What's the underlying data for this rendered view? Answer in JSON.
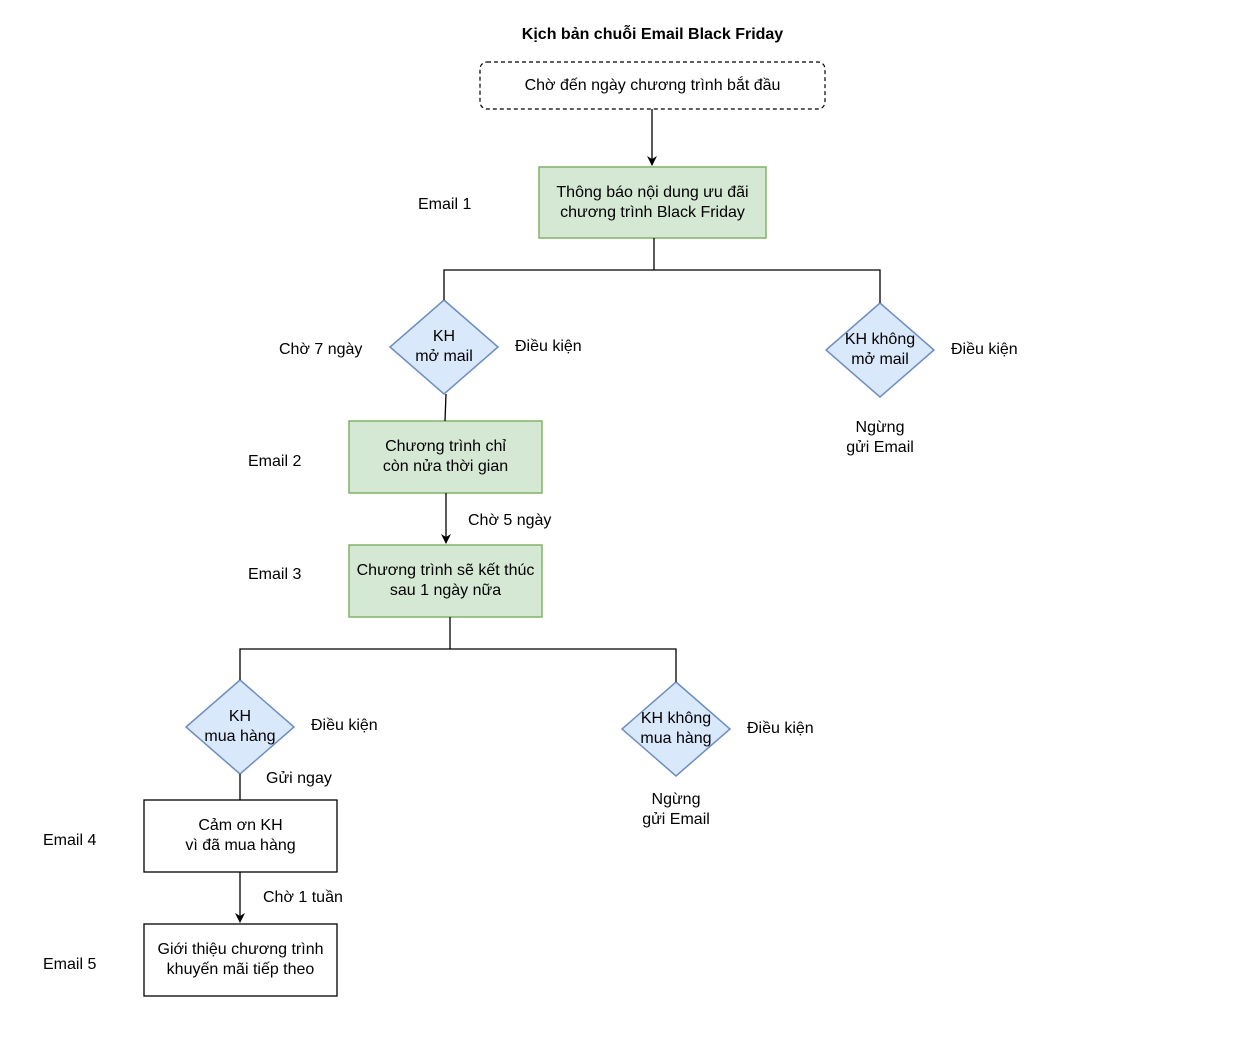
{
  "title": "Kịch bản chuỗi Email Black Friday",
  "colors": {
    "green_fill": "#d5e8d4",
    "green_stroke": "#82b366",
    "blue_fill": "#dae8fc",
    "blue_stroke": "#6c8ebf",
    "line": "#000000"
  },
  "nodes": {
    "start": "Chờ đến ngày chương trình bắt đầu",
    "email1_box": "Thông báo nội dung ưu đãi\nchương trình Black Friday",
    "cond_open": "KH\nmở mail",
    "cond_not_open": "KH không\nmở mail",
    "email2_box": "Chương trình chỉ\ncòn nửa thời gian",
    "email3_box": "Chương trình sẽ kết thúc\nsau 1 ngày nữa",
    "cond_buy": "KH\nmua hàng",
    "cond_not_buy": "KH không\nmua hàng",
    "email4_box": "Cảm ơn KH\nvì đã mua hàng",
    "email5_box": "Giới thiệu chương trình\nkhuyến mãi tiếp theo",
    "stop1": "Ngừng\ngửi Email",
    "stop2": "Ngừng\ngửi Email"
  },
  "labels": {
    "email1": "Email 1",
    "email2": "Email 2",
    "email3": "Email 3",
    "email4": "Email 4",
    "email5": "Email 5",
    "wait7": "Chờ 7 ngày",
    "wait5": "Chờ 5 ngày",
    "wait_week": "Chờ 1 tuần",
    "send_now": "Gửi ngay",
    "cond1": "Điều kiện",
    "cond2": "Điều kiện",
    "cond3": "Điều kiện",
    "cond4": "Điều kiện"
  }
}
